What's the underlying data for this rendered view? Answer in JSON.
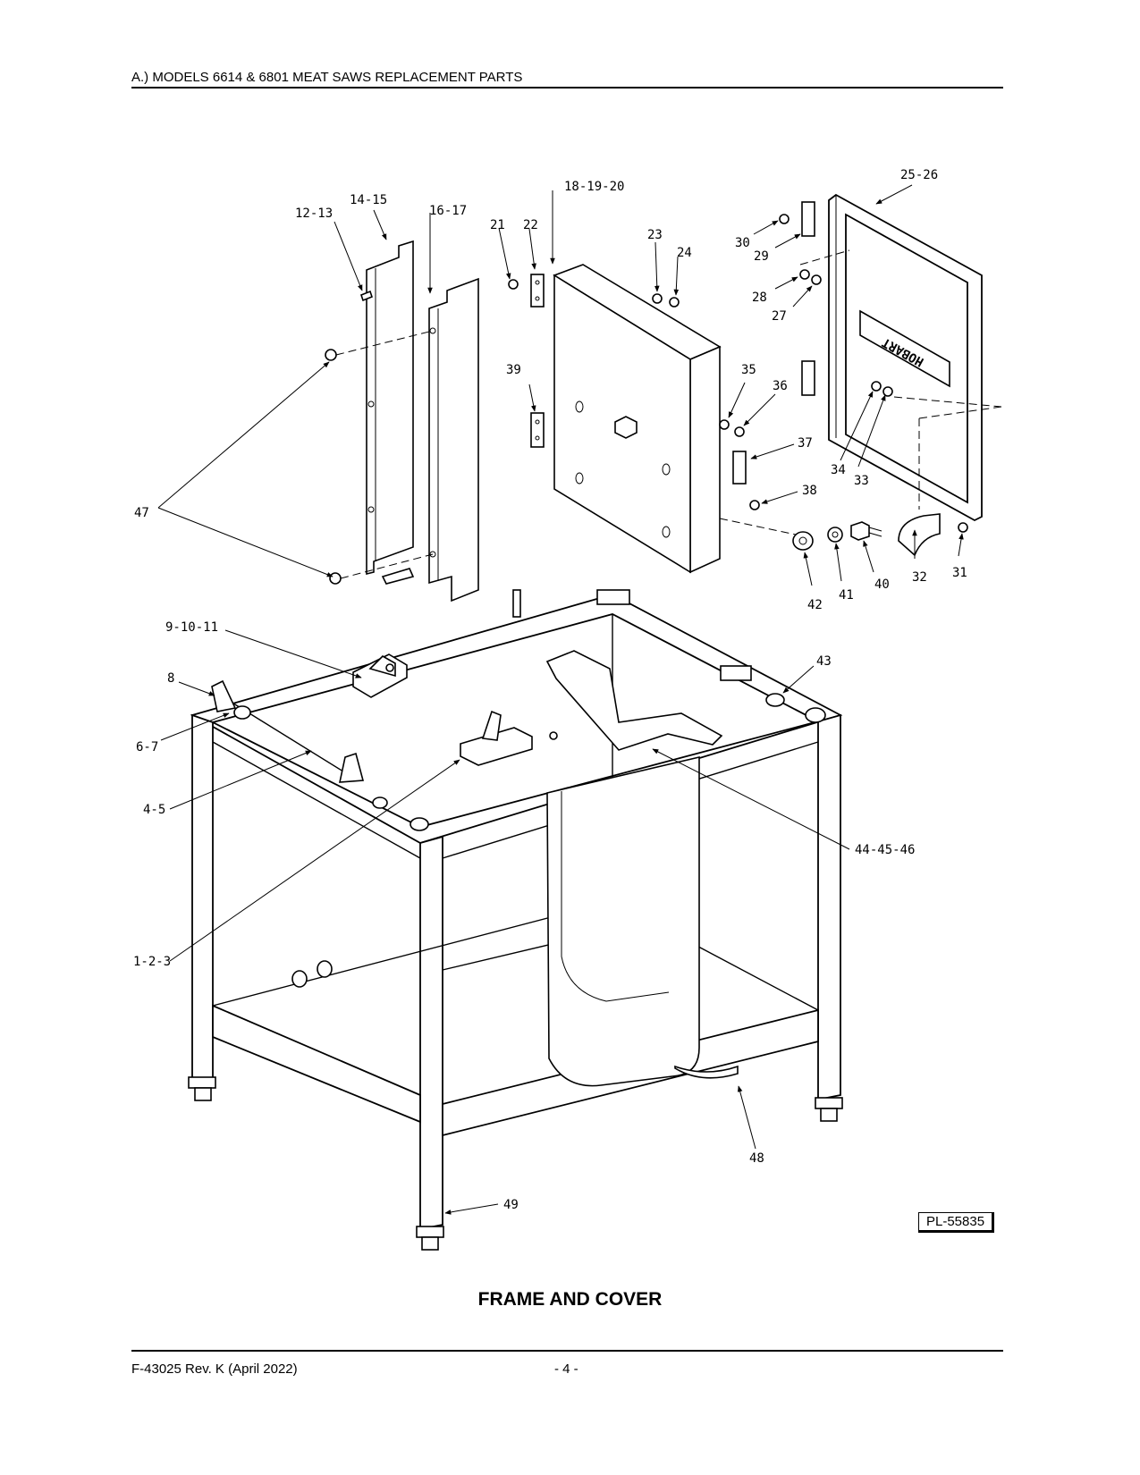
{
  "header": {
    "title": "A.) MODELS 6614 & 6801 MEAT SAWS REPLACEMENT PARTS"
  },
  "diagram": {
    "caption": "FRAME  AND COVER",
    "reference": "PL-55835",
    "cover_lettering": "HOBART",
    "callouts": [
      "12-13",
      "14-15",
      "16-17",
      "18-19-20",
      "21",
      "22",
      "23",
      "24",
      "25-26",
      "30",
      "29",
      "28",
      "27",
      "39",
      "35",
      "36",
      "37",
      "38",
      "34",
      "33",
      "47",
      "42",
      "41",
      "40",
      "32",
      "31",
      "9-10-11",
      "43",
      "8",
      "6-7",
      "4-5",
      "44-45-46",
      "1-2-3",
      "48",
      "49"
    ]
  },
  "footer": {
    "doc_number": "F-43025 Rev. K (April 2022)",
    "page": "- 4 -"
  }
}
